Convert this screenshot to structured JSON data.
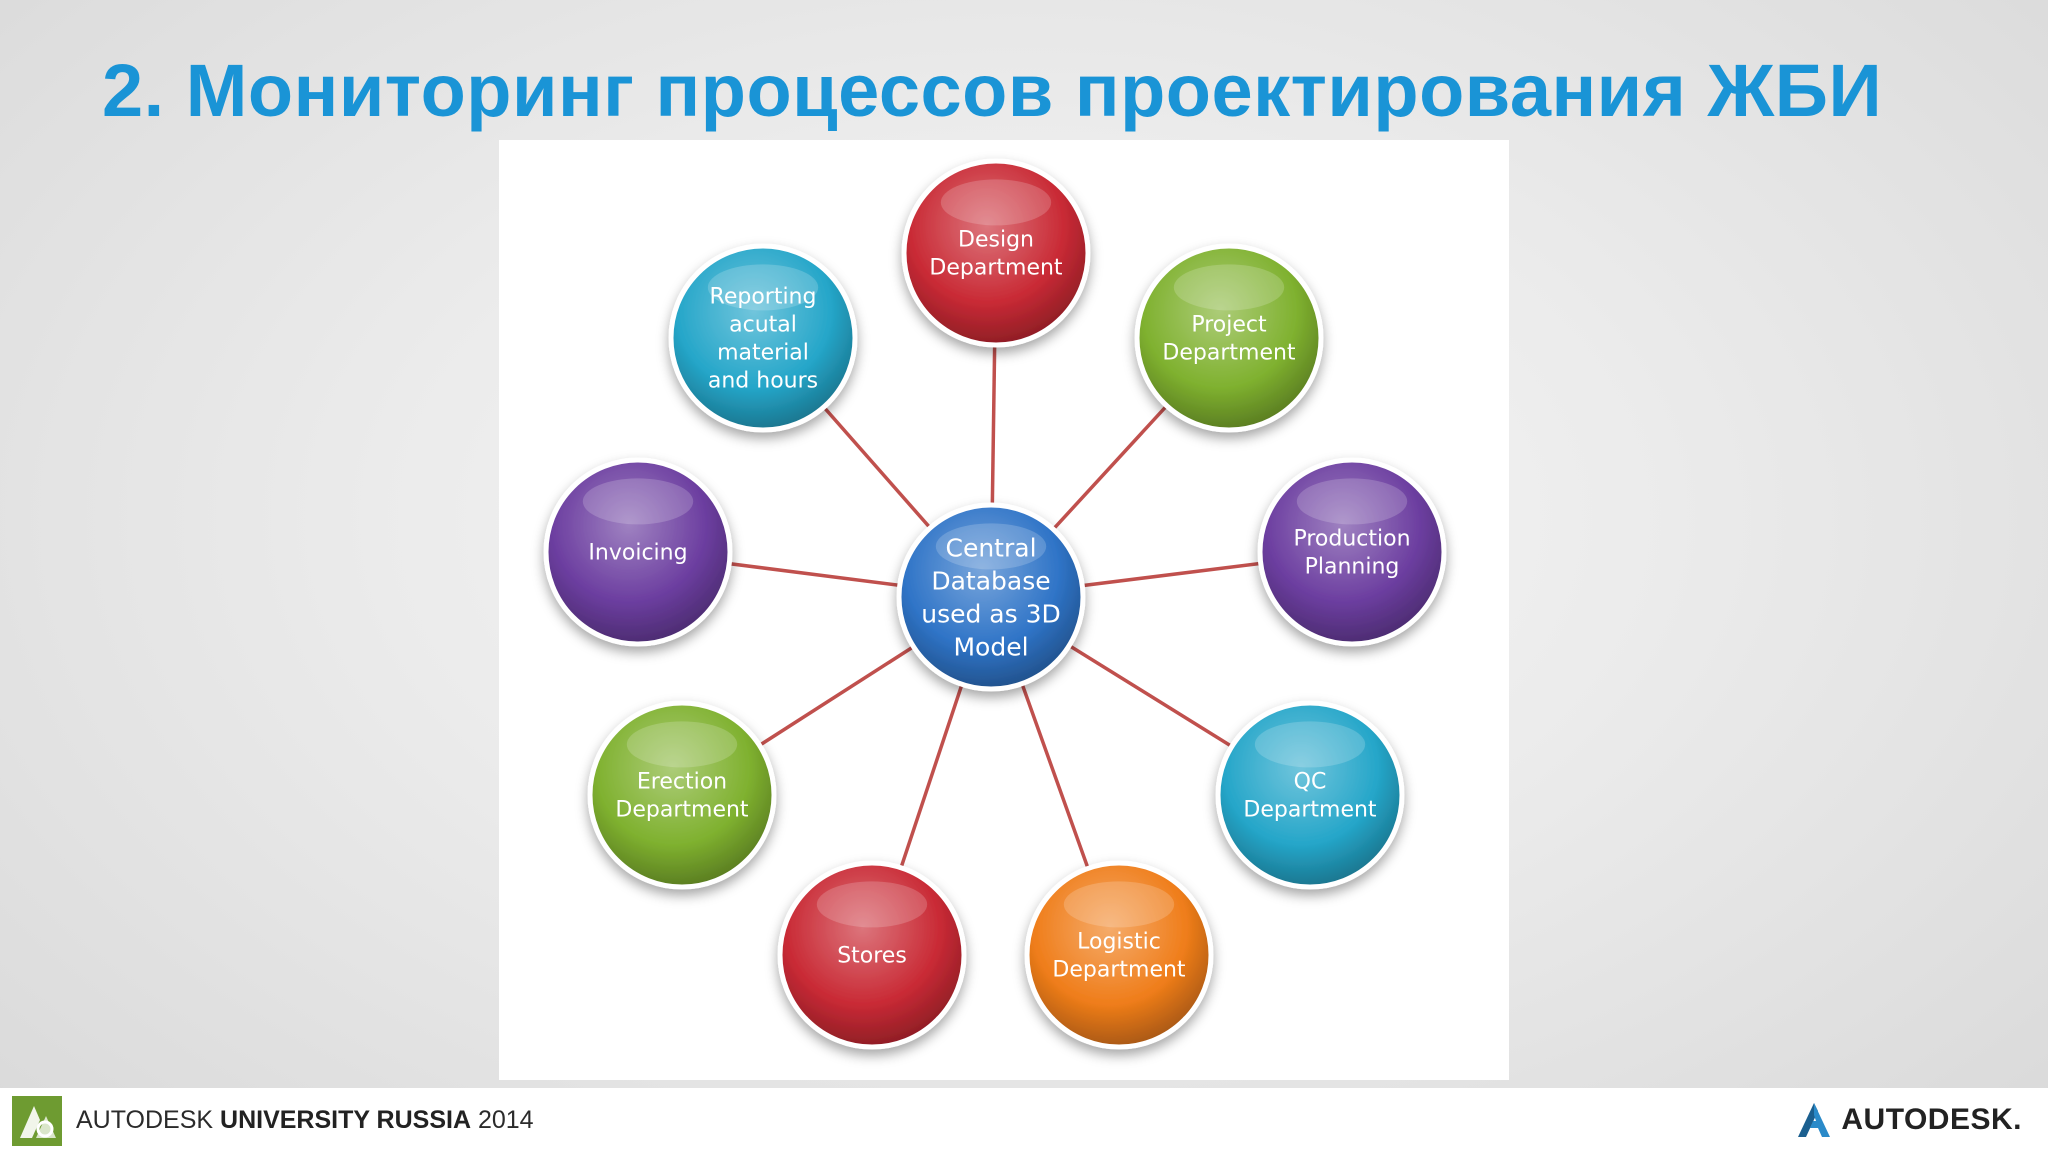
{
  "slide": {
    "title": "2. Мониторинг процессов проектирования ЖБИ"
  },
  "diagram": {
    "center": {
      "lines": [
        "Central",
        "Database",
        "used as 3D",
        "Model"
      ],
      "color": "#2f74c7"
    },
    "nodes": [
      {
        "id": "design",
        "lines": [
          "Design",
          "Department"
        ],
        "color": "#c92a35"
      },
      {
        "id": "project",
        "lines": [
          "Project",
          "Department"
        ],
        "color": "#7fb12f"
      },
      {
        "id": "production",
        "lines": [
          "Production",
          "Planning"
        ],
        "color": "#6c3ea0"
      },
      {
        "id": "qc",
        "lines": [
          "QC",
          "Department"
        ],
        "color": "#25a6c9"
      },
      {
        "id": "logistic",
        "lines": [
          "Logistic",
          "Department"
        ],
        "color": "#ef7d1a"
      },
      {
        "id": "stores",
        "lines": [
          "Stores"
        ],
        "color": "#c92a35"
      },
      {
        "id": "erection",
        "lines": [
          "Erection",
          "Department"
        ],
        "color": "#7fb12f"
      },
      {
        "id": "invoicing",
        "lines": [
          "Invoicing"
        ],
        "color": "#6c3ea0"
      },
      {
        "id": "reporting",
        "lines": [
          "Reporting",
          "acutal",
          "material",
          "and hours"
        ],
        "color": "#25a6c9"
      }
    ],
    "connector_color": "#c0504d"
  },
  "footer": {
    "brand_prefix": "AUTODESK",
    "brand_bold": "UNIVERSITY RUSSIA",
    "brand_year": "2014",
    "logo_icon": "autodesk-university-icon",
    "company": "AUTODESK."
  }
}
